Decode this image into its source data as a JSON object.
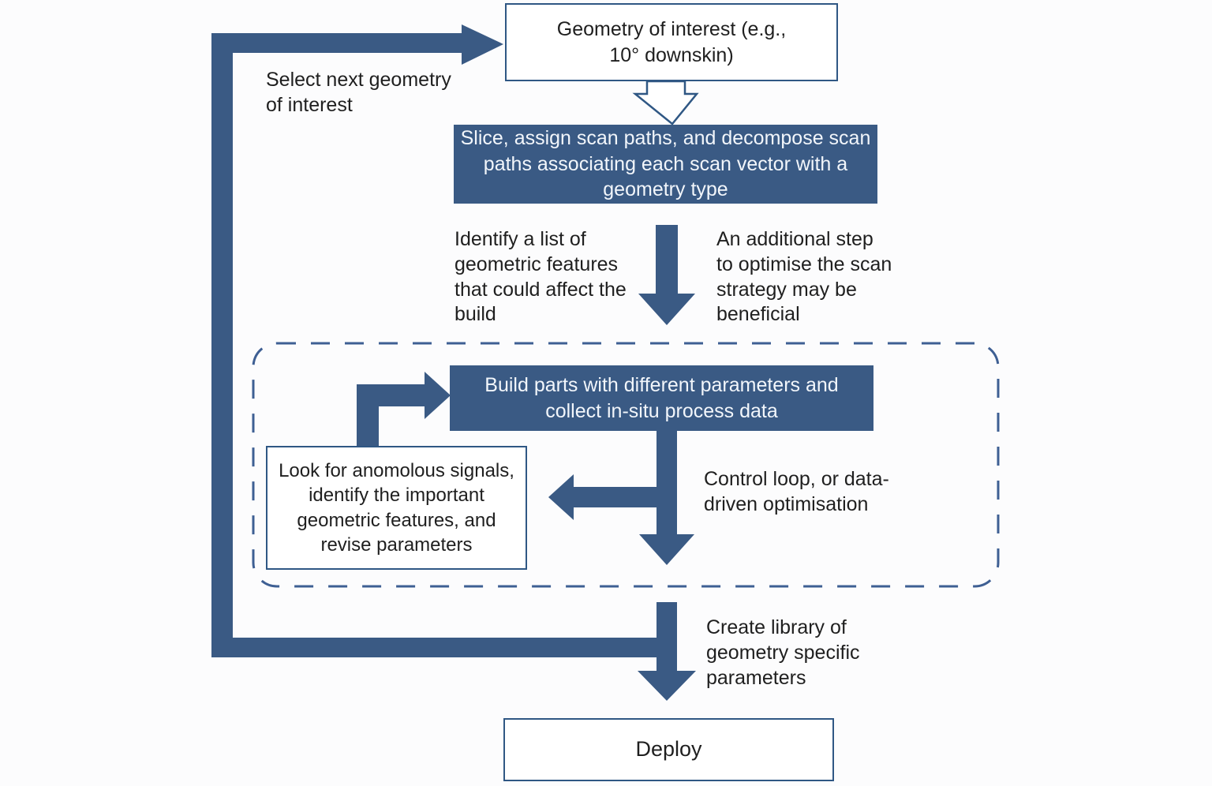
{
  "colors": {
    "accent": "#3a5a84",
    "box_border": "#2f5784",
    "dashed_border": "#3e5f93",
    "text": "#1f1f1f",
    "background": "#fcfcfd",
    "box_text": "#f2f6fb"
  },
  "nodes": {
    "geometry_box": {
      "text": "Geometry of interest (e.g.,\n10° downskin)"
    },
    "slice_box": {
      "text": "Slice, assign scan paths, and decompose scan\npaths associating each scan vector with a\ngeometry type"
    },
    "identify_note": {
      "text": "Identify a list of\ngeometric features\nthat could affect the\nbuild"
    },
    "optimise_note": {
      "text": "An additional step\nto optimise the scan\nstrategy may be\nbeneficial"
    },
    "build_box": {
      "text": "Build parts with different parameters and\ncollect in-situ process data"
    },
    "look_box": {
      "text": "Look for anomolous signals,\nidentify the important\ngeometric features,  and\nrevise parameters"
    },
    "control_note": {
      "text": "Control loop, or data-\ndriven optimisation"
    },
    "select_note": {
      "text": "Select next geometry\nof interest"
    },
    "create_note": {
      "text": "Create library of\ngeometry specific\nparameters"
    },
    "deploy_box": {
      "text": "Deploy"
    }
  }
}
